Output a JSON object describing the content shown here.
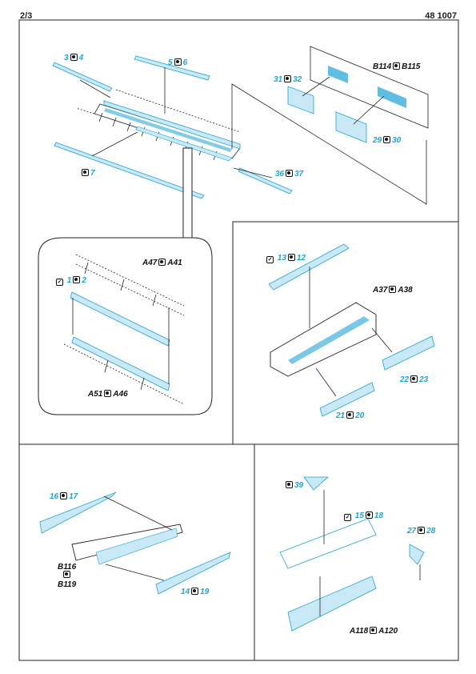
{
  "header": {
    "page": "2/3",
    "code": "48 1007"
  },
  "colors": {
    "etch": "#1ea3d6",
    "etch_fill": "#c9e9f6",
    "line": "#222222"
  },
  "icons": {
    "part_icon": "photo-etch-part-icon",
    "check_icon": "checkmark-icon"
  },
  "labels": {
    "p3": "3",
    "p4": "4",
    "p5": "5",
    "p6": "6",
    "p7": "7",
    "p31": "31",
    "p32": "32",
    "p29": "29",
    "p30": "30",
    "p36": "36",
    "p37": "37",
    "b114": "B114",
    "b115": "B115",
    "a47": "A47",
    "a41": "A41",
    "a51": "A51",
    "a46": "A46",
    "p1": "1",
    "p2": "2",
    "p13": "13",
    "p12": "12",
    "a37": "A37",
    "a38": "A38",
    "p22": "22",
    "p23": "23",
    "p21": "21",
    "p20": "20",
    "p16": "16",
    "p17": "17",
    "b116": "B116",
    "b119": "B119",
    "p14": "14",
    "p19": "19",
    "p39": "39",
    "p15": "15",
    "p18": "18",
    "p27": "27",
    "p28": "28",
    "a118": "A118",
    "a120": "A120"
  }
}
